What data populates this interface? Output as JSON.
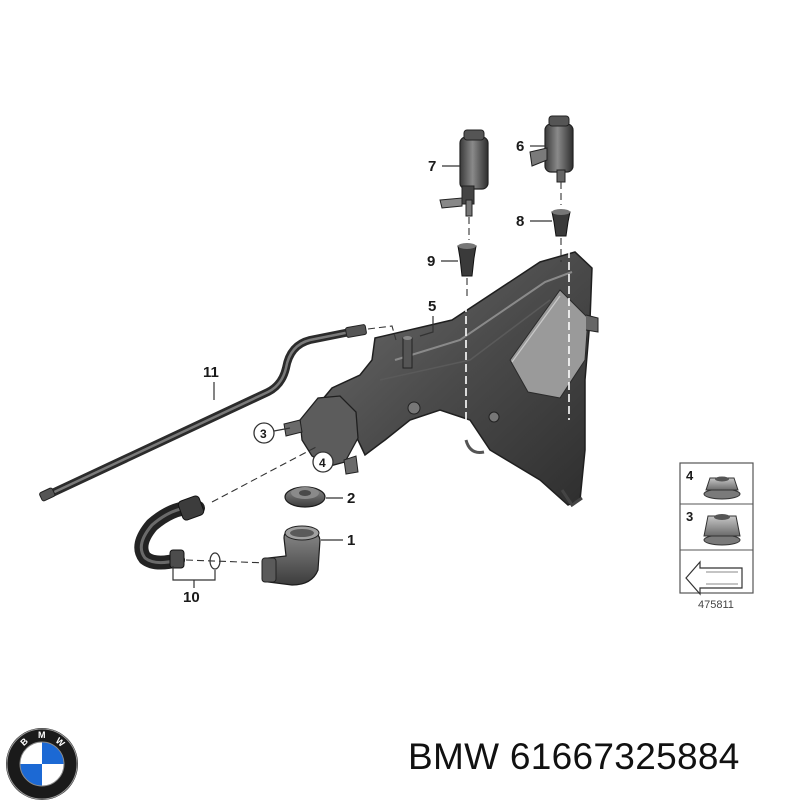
{
  "diagram": {
    "callouts": {
      "p1": "1",
      "p2": "2",
      "p3": "3",
      "p4": "4",
      "p5": "5",
      "p6": "6",
      "p7": "7",
      "p8": "8",
      "p9": "9",
      "p10": "10",
      "p11": "11"
    },
    "legend": {
      "item_top": "4",
      "item_bottom": "3",
      "drawing_id": "475811"
    }
  },
  "footer": {
    "brand": "BMW",
    "part_number": "61667325884"
  },
  "logo": {
    "letters": [
      "B",
      "M",
      "W"
    ],
    "colors": {
      "blue": "#1c69d4",
      "white": "#ffffff",
      "ring": "#1a1a1a"
    }
  }
}
